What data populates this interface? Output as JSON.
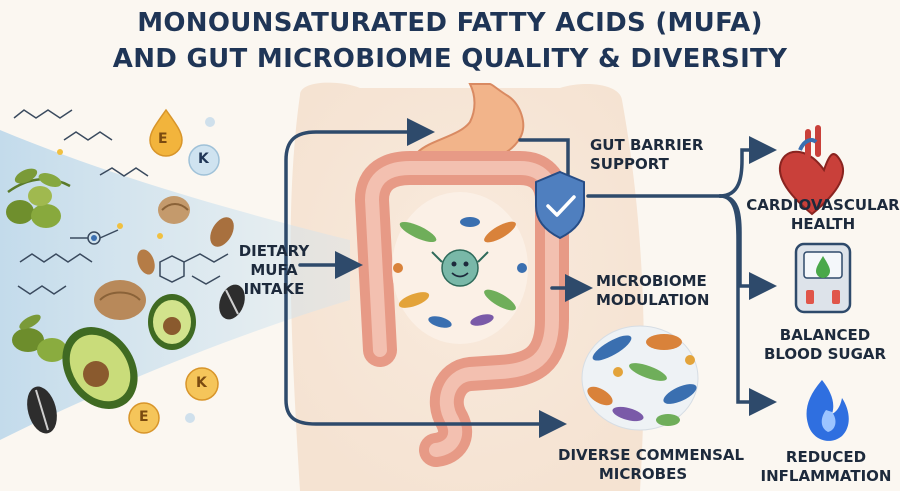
{
  "title": {
    "line1": "MONOUNSATURATED FATTY ACIDS (MUFA)",
    "line2": "AND GUT MICROBIOME QUALITY & DIVERSITY"
  },
  "intake": {
    "line1": "DIETARY",
    "line2": "MUFA",
    "line3": "INTAKE"
  },
  "vitamins": {
    "e": "E",
    "k": "K"
  },
  "pathways": {
    "barrier": {
      "line1": "GUT BARRIER",
      "line2": "SUPPORT"
    },
    "modulation": {
      "line1": "MICROBIOME",
      "line2": "MODULATION"
    },
    "diversity": {
      "line1": "DIVERSE COMMENSAL",
      "line2": "MICROBES"
    }
  },
  "outcomes": {
    "cardio": {
      "line1": "CARDIOVASCULAR",
      "line2": "HEALTH"
    },
    "sugar": {
      "line1": "BALANCED",
      "line2": "BLOOD SUGAR"
    },
    "inflammation": {
      "line1": "REDUCED",
      "line2": "INFLAMMATION"
    }
  },
  "icons": [
    "olive-icon",
    "avocado-icon",
    "almond-icon",
    "walnut-icon",
    "sunflower-seed-icon",
    "vitamin-e-icon",
    "vitamin-k-icon",
    "stomach-icon",
    "intestine-icon",
    "shield-check-icon",
    "bacteria-icon",
    "heart-icon",
    "glucose-meter-icon",
    "flame-icon"
  ],
  "colors": {
    "title": "#1f3556",
    "arrow": "#2e4a6b",
    "intestine": "#e79a86",
    "shield": "#4f7fbf",
    "heart": "#c9403a",
    "flame": "#2f6fe0",
    "vitamin": "#f2b43c"
  }
}
